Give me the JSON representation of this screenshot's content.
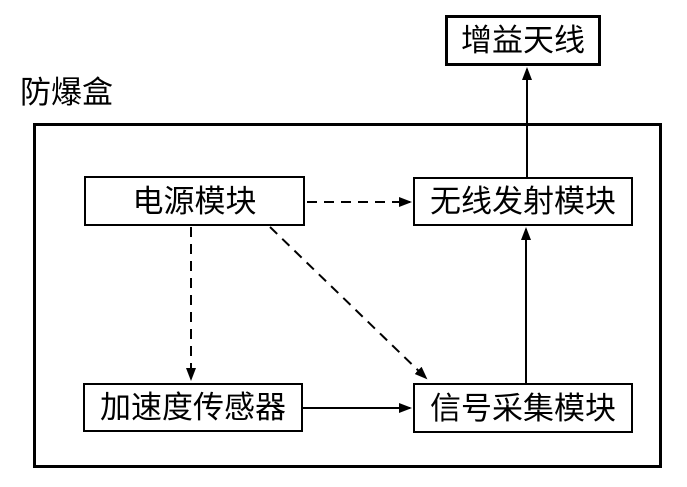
{
  "diagram": {
    "outer_box_label": "防爆盒",
    "nodes": {
      "antenna": {
        "label": "增益天线"
      },
      "power": {
        "label": "电源模块"
      },
      "wireless": {
        "label": "无线发射模块"
      },
      "sensor": {
        "label": "加速度传感器"
      },
      "signal": {
        "label": "信号采集模块"
      }
    },
    "edges": [
      {
        "from": "电源模块",
        "to": "无线发射模块",
        "style": "dashed",
        "direction": "right"
      },
      {
        "from": "电源模块",
        "to": "加速度传感器",
        "style": "dashed",
        "direction": "down"
      },
      {
        "from": "电源模块",
        "to": "信号采集模块",
        "style": "dashed",
        "direction": "down-right"
      },
      {
        "from": "加速度传感器",
        "to": "信号采集模块",
        "style": "solid",
        "direction": "right"
      },
      {
        "from": "信号采集模块",
        "to": "无线发射模块",
        "style": "solid",
        "direction": "up"
      },
      {
        "from": "无线发射模块",
        "to": "增益天线",
        "style": "solid",
        "direction": "up"
      }
    ],
    "colors": {
      "line": "#000000",
      "background": "#ffffff",
      "text": "#000000"
    }
  }
}
